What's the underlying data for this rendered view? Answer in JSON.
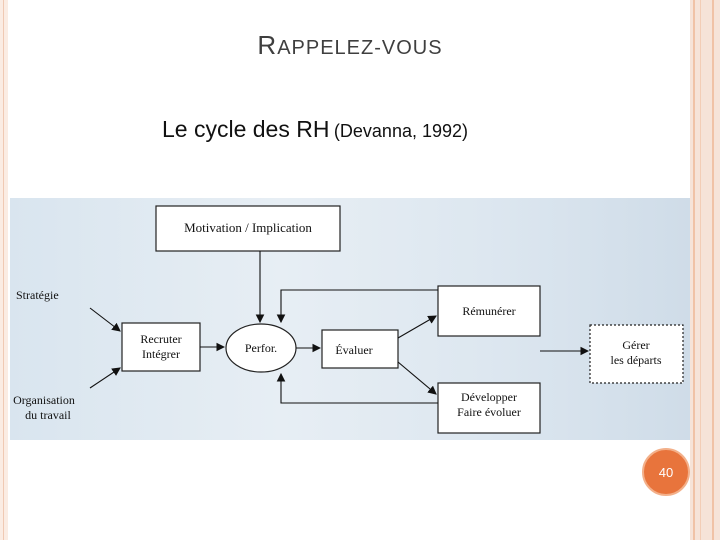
{
  "slide": {
    "title_first": "R",
    "title_rest": "APPELEZ-VOUS",
    "subtitle_main": "Le cycle des RH",
    "subtitle_ref": "(Devanna, 1992)",
    "page_number": "40"
  },
  "diagram": {
    "nodes": {
      "motivation": "Motivation / Implication",
      "recruter_1": "Recruter",
      "recruter_2": "Intégrer",
      "perfor": "Perfor.",
      "evaluer": "Évaluer",
      "remunerer": "Rémunérer",
      "developper_1": "Développer",
      "developper_2": "Faire évoluer",
      "gerer_1": "Gérer",
      "gerer_2": "les départs"
    },
    "inputs": {
      "strategie": "Stratégie",
      "organisation_1": "Organisation",
      "organisation_2": "du travail"
    }
  },
  "colors": {
    "accent": "#e8743c",
    "title": "#3f3f3f"
  }
}
